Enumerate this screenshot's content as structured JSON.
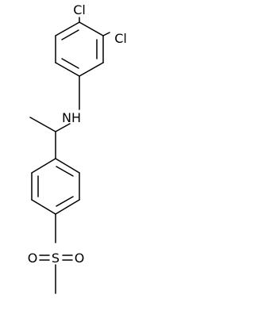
{
  "diagram": {
    "type": "chemical-structure",
    "background_color": "#ffffff",
    "bond_color": "#000000",
    "atom_labels": {
      "cl_top": "Cl",
      "cl_right": "Cl",
      "amine": "NH",
      "sulfonyl_sulfur": "S",
      "sulfonyl_oxygen_left": "O",
      "sulfonyl_oxygen_right": "O"
    }
  }
}
